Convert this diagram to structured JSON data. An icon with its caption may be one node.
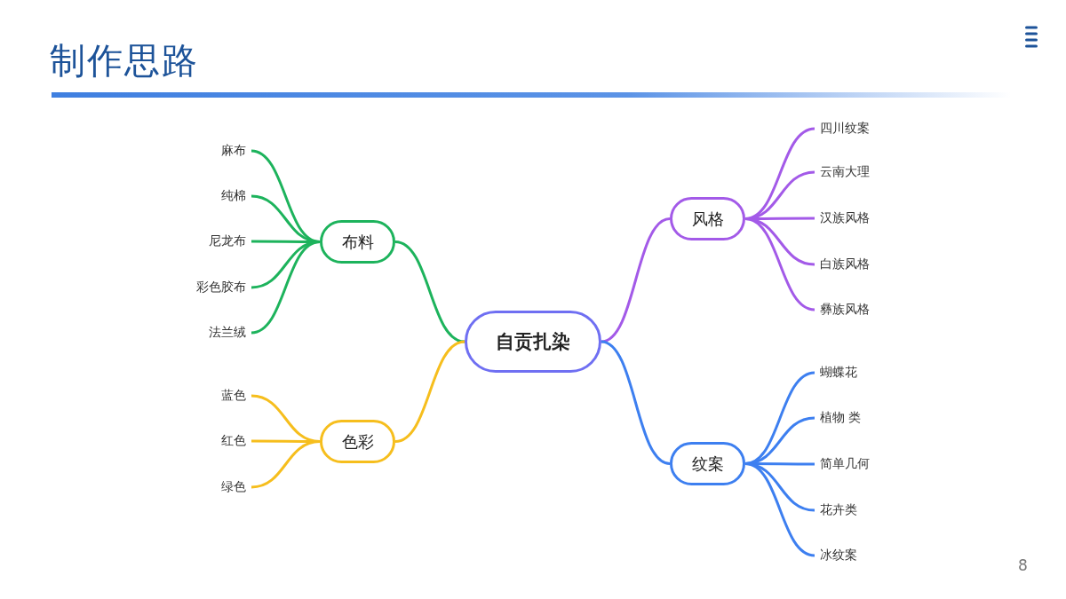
{
  "diagram": {
    "title": "制作思路",
    "nodes": [
      {
        "text": [
          "自贡扎染"
        ]
      },
      {
        "text": [
          "布料"
        ]
      },
      {
        "text": [
          "色彩"
        ]
      },
      {
        "text": [
          "风格"
        ]
      },
      {
        "text": [
          "纹案"
        ]
      },
      {
        "text": [
          "麻布"
        ]
      },
      {
        "text": [
          "纯棉"
        ]
      },
      {
        "text": [
          "尼龙布"
        ]
      },
      {
        "text": [
          "彩色胶布"
        ]
      },
      {
        "text": [
          "法兰绒"
        ]
      },
      {
        "text": [
          "蓝色"
        ]
      },
      {
        "text": [
          "红色"
        ]
      },
      {
        "text": [
          "绿色"
        ]
      },
      {
        "text": [
          "四川纹案"
        ]
      },
      {
        "text": [
          "云南大理"
        ]
      },
      {
        "text": [
          "汉族风格"
        ]
      },
      {
        "text": [
          "白族风格"
        ]
      },
      {
        "text": [
          "彝族风格"
        ]
      },
      {
        "text": [
          "蝴蝶花"
        ]
      },
      {
        "text": [
          "植物 类"
        ]
      },
      {
        "text": [
          "简单几何"
        ]
      },
      {
        "text": [
          "花卉类"
        ]
      },
      {
        "text": [
          "冰纹案"
        ]
      }
    ],
    "edges": [
      {
        "from": 0,
        "to": 1,
        "arrow": "none",
        "color": "#1db35c"
      },
      {
        "from": 0,
        "to": 2,
        "arrow": "none",
        "color": "#f6be1d"
      },
      {
        "from": 0,
        "to": 3,
        "arrow": "none",
        "color": "#a35ae8"
      },
      {
        "from": 0,
        "to": 4,
        "arrow": "none",
        "color": "#3d7ff0"
      },
      {
        "from": 1,
        "to": 5,
        "arrow": "none",
        "color": "#1db35c"
      },
      {
        "from": 1,
        "to": 6,
        "arrow": "none",
        "color": "#1db35c"
      },
      {
        "from": 1,
        "to": 7,
        "arrow": "none",
        "color": "#1db35c"
      },
      {
        "from": 1,
        "to": 8,
        "arrow": "none",
        "color": "#1db35c"
      },
      {
        "from": 1,
        "to": 9,
        "arrow": "none",
        "color": "#1db35c"
      },
      {
        "from": 2,
        "to": 10,
        "arrow": "none",
        "color": "#f6be1d"
      },
      {
        "from": 2,
        "to": 11,
        "arrow": "none",
        "color": "#f6be1d"
      },
      {
        "from": 2,
        "to": 12,
        "arrow": "none",
        "color": "#f6be1d"
      },
      {
        "from": 3,
        "to": 13,
        "arrow": "none",
        "color": "#a35ae8"
      },
      {
        "from": 3,
        "to": 14,
        "arrow": "none",
        "color": "#a35ae8"
      },
      {
        "from": 3,
        "to": 15,
        "arrow": "none",
        "color": "#a35ae8"
      },
      {
        "from": 3,
        "to": 16,
        "arrow": "none",
        "color": "#a35ae8"
      },
      {
        "from": 3,
        "to": 17,
        "arrow": "none",
        "color": "#a35ae8"
      },
      {
        "from": 4,
        "to": 18,
        "arrow": "none",
        "color": "#3d7ff0"
      },
      {
        "from": 4,
        "to": 19,
        "arrow": "none",
        "color": "#3d7ff0"
      },
      {
        "from": 4,
        "to": 20,
        "arrow": "none",
        "color": "#3d7ff0"
      },
      {
        "from": 4,
        "to": 21,
        "arrow": "none",
        "color": "#3d7ff0"
      },
      {
        "from": 4,
        "to": 22,
        "arrow": "none",
        "color": "#3d7ff0"
      }
    ],
    "labels": [
      "8"
    ]
  }
}
